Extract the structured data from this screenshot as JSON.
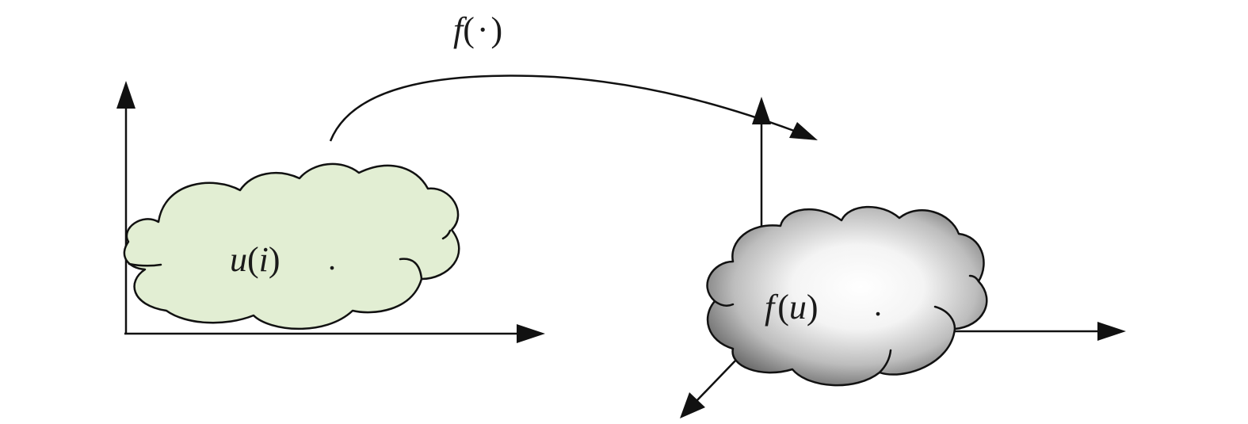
{
  "mapping": {
    "label_func": "f",
    "label_open": "(",
    "label_dot": "·",
    "label_close": ")"
  },
  "input_space": {
    "label_func": "u",
    "label_open": "(",
    "label_arg": "i",
    "label_close": ")",
    "dot": ".",
    "fill_color": "#e2eed3"
  },
  "output_space": {
    "label_func": "f",
    "label_open": "(",
    "label_arg": "u",
    "label_close": ")",
    "dot": ".",
    "gradient_center_color": "#ffffff",
    "gradient_edge_color": "#5a5a5a"
  }
}
